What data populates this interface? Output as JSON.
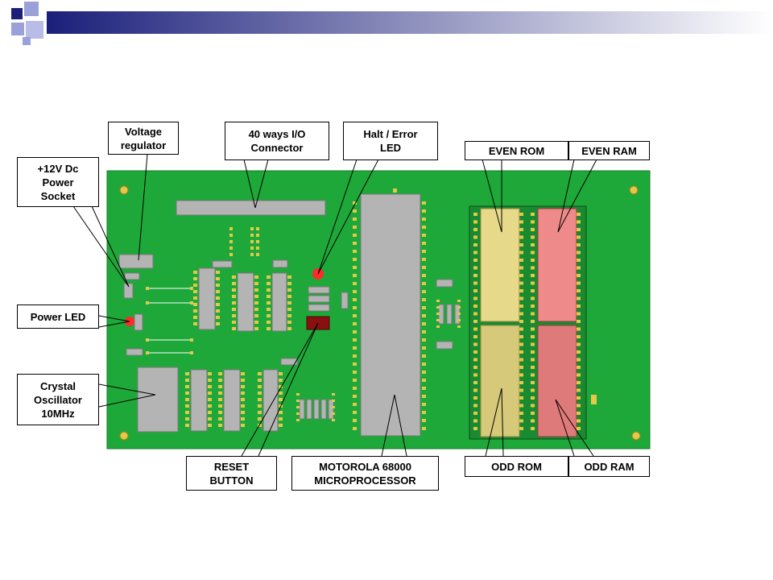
{
  "slide": {
    "header_bar_gradient": [
      "#1b1f7a",
      "#ffffff"
    ],
    "square_colors": [
      "#1b1f7a",
      "#9aa0d8"
    ]
  },
  "board": {
    "pcb_color": "#1fa83a",
    "pad_color": "#e2c94a",
    "chip_color": "#b4b4b4",
    "rom_color": "#e7d98a",
    "ram_color": "#de7a7a",
    "led_color": "#ff2a2a",
    "reset_button_color": "#8a1010"
  },
  "labels": {
    "voltage_regulator": "Voltage\nregulator",
    "io_connector": "40 ways I/O\nConnector",
    "halt_error_led": "Halt / Error\nLED",
    "even_rom": "EVEN ROM",
    "even_ram": "EVEN RAM",
    "power_socket": "+12V  Dc\nPower\nSocket",
    "power_led": "Power LED",
    "crystal_oscillator": "Crystal\nOscillator\n10MHz",
    "reset_button": "RESET\nBUTTON",
    "microprocessor": "MOTOROLA 68000\nMICROPROCESSOR",
    "odd_rom": "ODD ROM",
    "odd_ram": "ODD RAM"
  }
}
